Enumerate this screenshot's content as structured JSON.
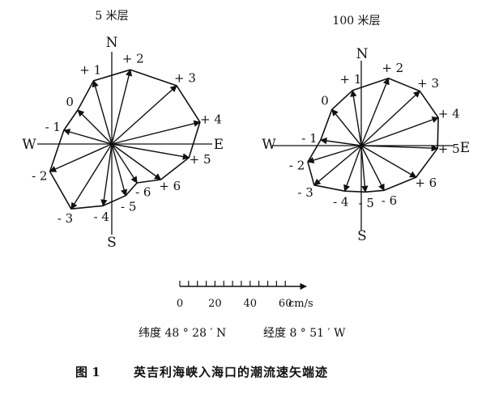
{
  "panels": [
    {
      "title": "5 米层",
      "cardinals": {
        "N": "N",
        "S": "S",
        "E": "E",
        "W": "W"
      },
      "vectors": [
        {
          "label": "0",
          "speed": 27
        },
        {
          "label": "+ 1",
          "speed": 37
        },
        {
          "label": "+ 2",
          "speed": 43
        },
        {
          "label": "+ 3",
          "speed": 49
        },
        {
          "label": "+ 4",
          "speed": 51
        },
        {
          "label": "+ 5",
          "speed": 44
        },
        {
          "label": "+ 6",
          "speed": 34
        },
        {
          "label": "- 6",
          "speed": 26
        },
        {
          "label": "- 5",
          "speed": 30
        },
        {
          "label": "- 4",
          "speed": 35
        },
        {
          "label": "- 3",
          "speed": 43
        },
        {
          "label": "- 2",
          "speed": 38
        },
        {
          "label": "- 1",
          "speed": 28
        }
      ]
    },
    {
      "title": "100 米层",
      "cardinals": {
        "N": "N",
        "S": "S",
        "E": "E",
        "W": "W"
      },
      "vectors": [
        {
          "label": "0",
          "speed": 25
        },
        {
          "label": "+ 1",
          "speed": 30
        },
        {
          "label": "+ 2",
          "speed": 39
        },
        {
          "label": "+ 3",
          "speed": 43
        },
        {
          "label": "+ 4",
          "speed": 44
        },
        {
          "label": "+ 5",
          "speed": 41
        },
        {
          "label": "+ 6",
          "speed": 34
        },
        {
          "label": "- 6",
          "speed": 27
        },
        {
          "label": "- 5",
          "speed": 25
        },
        {
          "label": "- 4",
          "speed": 26
        },
        {
          "label": "- 3",
          "speed": 33
        },
        {
          "label": "- 2",
          "speed": 30
        },
        {
          "label": "- 1",
          "speed": 22
        }
      ]
    }
  ],
  "scale": {
    "ticks": [
      "0",
      "20",
      "40",
      "60"
    ],
    "max": 60,
    "unit": "cm/s"
  },
  "coordinates": {
    "latitude": "纬度 48 ° 28 ′ N",
    "longitude": "经度 8 ° 51 ′ W"
  },
  "caption": {
    "number": "图 1",
    "text": "英吉利海峡入海口的潮流速矢端迹"
  }
}
